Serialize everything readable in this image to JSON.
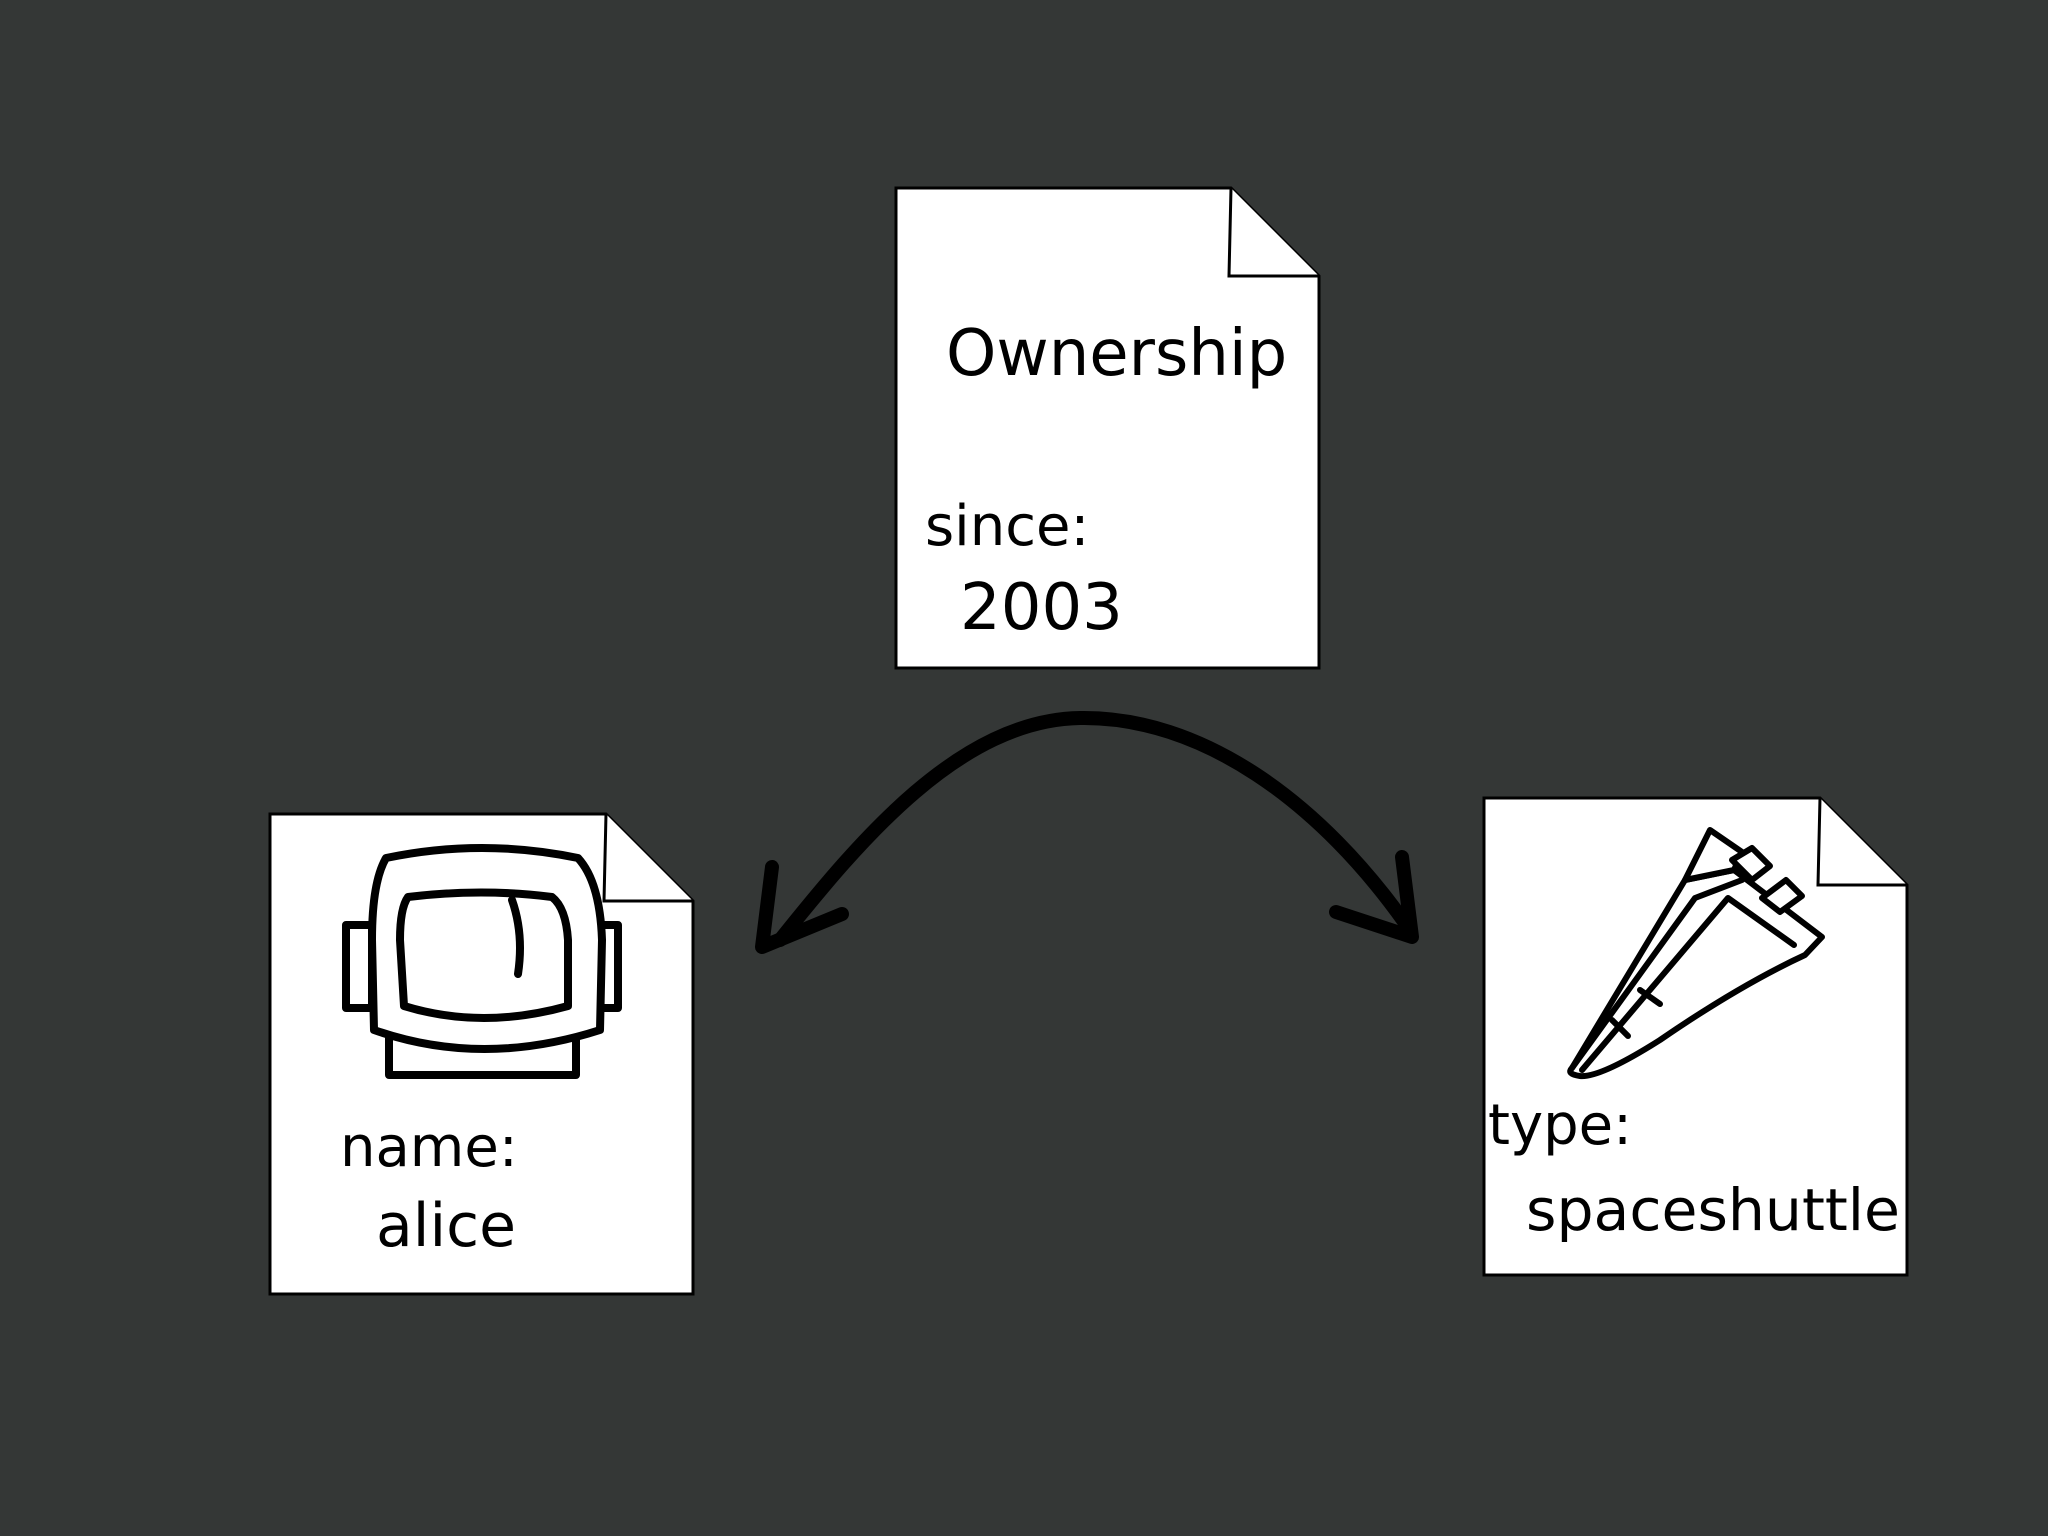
{
  "diagram": {
    "background": "#343736",
    "relationship": {
      "title": "Ownership",
      "property_label": "since:",
      "property_value": "2003"
    },
    "person": {
      "icon": "astronaut-helmet-icon",
      "property_label": "name:",
      "property_value": "alice"
    },
    "vehicle": {
      "icon": "space-shuttle-icon",
      "property_label": "type:",
      "property_value": "spaceshuttle"
    },
    "connector": {
      "style": "double-headed curved arrow",
      "color": "#000000"
    },
    "colors": {
      "document_fill": "#ffffff",
      "stroke": "#000000"
    }
  }
}
